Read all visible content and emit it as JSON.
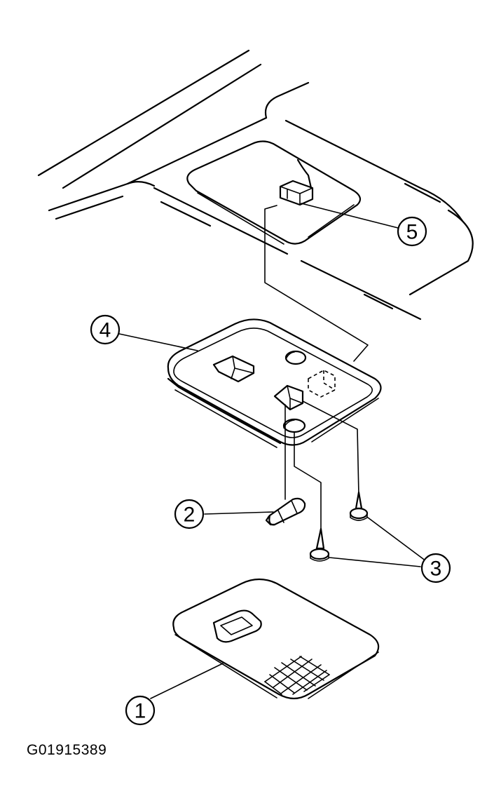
{
  "figure_code": "G01915389",
  "callouts": [
    {
      "id": "1",
      "label": "1"
    },
    {
      "id": "2",
      "label": "2"
    },
    {
      "id": "3",
      "label": "3"
    },
    {
      "id": "4",
      "label": "4"
    },
    {
      "id": "5",
      "label": "5"
    }
  ]
}
